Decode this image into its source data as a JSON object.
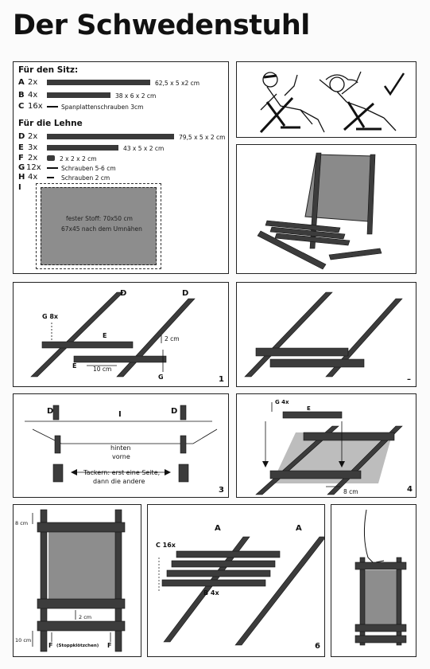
{
  "title": "Der Schwedenstuhl",
  "materials": {
    "sitz_heading": "Für den Sitz:",
    "lehne_heading": "Für die Lehne",
    "items": [
      {
        "letter": "A",
        "count": "2x",
        "dim": "62,5 x 5 x2 cm"
      },
      {
        "letter": "B",
        "count": "4x",
        "dim": "38 x 6 x 2 cm"
      },
      {
        "letter": "C",
        "count": "16x",
        "dim": "Spanplattenschrauben 3cm"
      },
      {
        "letter": "D",
        "count": "2x",
        "dim": "79,5 x 5 x 2 cm"
      },
      {
        "letter": "E",
        "count": "3x",
        "dim": "43 x 5 x 2 cm"
      },
      {
        "letter": "F",
        "count": "2x",
        "dim": "2 x 2 x 2 cm"
      },
      {
        "letter": "G",
        "count": "12x",
        "dim": "Schrauben 5-6 cm"
      },
      {
        "letter": "H",
        "count": "4x",
        "dim": "Schrauben 2 cm"
      },
      {
        "letter": "I",
        "count": "",
        "dim": ""
      }
    ],
    "fabric_line1": "fester Stoff: 70x50 cm",
    "fabric_line2": "67x45 nach dem Umnähen"
  },
  "step1": {
    "d1": "D",
    "d2": "D",
    "g8": "G 8x",
    "e1": "E",
    "e2": "E",
    "cm2": "2 cm",
    "cm10": "10 cm",
    "g": "G",
    "num": "1"
  },
  "step2": {
    "num": "–"
  },
  "step3": {
    "d1": "D",
    "i": "I",
    "d2": "D",
    "hinten": "hinten",
    "vorne": "vorne",
    "note1": "Tackern: erst eine Seite,",
    "note2": "dann die andere",
    "num": "3"
  },
  "step4": {
    "g4": "G 4x",
    "e": "E",
    "cm8": "8 cm",
    "num": "4"
  },
  "step5": {
    "cm8": "8 cm",
    "cm2": "2 cm",
    "cm10": "10 cm",
    "f1": "F",
    "stopp": "(Stoppklötzchen)",
    "f2": "F"
  },
  "step6": {
    "a1": "A",
    "a2": "A",
    "c16": "C 16x",
    "b4": "B 4x",
    "num": "6"
  }
}
